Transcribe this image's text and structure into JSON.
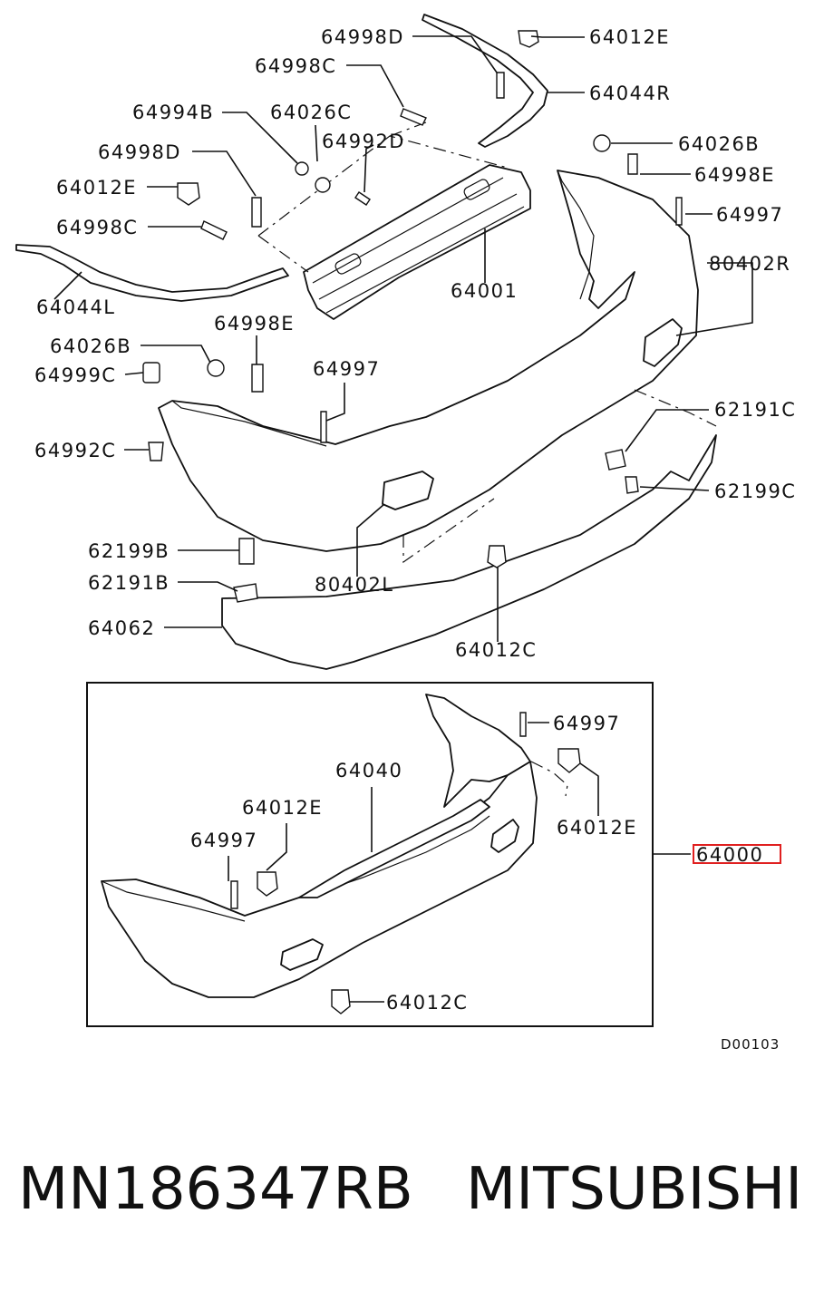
{
  "labels": {
    "l64998D_top": "64998D",
    "l64012E_top": "64012E",
    "l64998C_top": "64998C",
    "l64044R": "64044R",
    "l64994B": "64994B",
    "l64026C": "64026C",
    "l64992D": "64992D",
    "l64026B_right": "64026B",
    "l64998D_left": "64998D",
    "l64998E_right": "64998E",
    "l64012E_left": "64012E",
    "l64997_right": "64997",
    "l64998C_left": "64998C",
    "l80402R": "80402R",
    "l64044L": "64044L",
    "l64001": "64001",
    "l64026B_left": "64026B",
    "l64998E_mid": "64998E",
    "l64999C": "64999C",
    "l64997_mid": "64997",
    "l62191C": "62191C",
    "l64992C": "64992C",
    "l62199C": "62199C",
    "l62199B": "62199B",
    "l62191B": "62191B",
    "l80402L": "80402L",
    "l64062": "64062",
    "l64012C_mid": "64012C",
    "l64997_box_top": "64997",
    "l64040": "64040",
    "l64012E_box_left": "64012E",
    "l64012E_box_right": "64012E",
    "l64997_box_left": "64997",
    "l64000": "64000",
    "l64012C_box": "64012C"
  },
  "reference_code": "D00103",
  "part_number": "MN186347RB",
  "brand": "MITSUBISHI",
  "highlight_color": "#e02020"
}
